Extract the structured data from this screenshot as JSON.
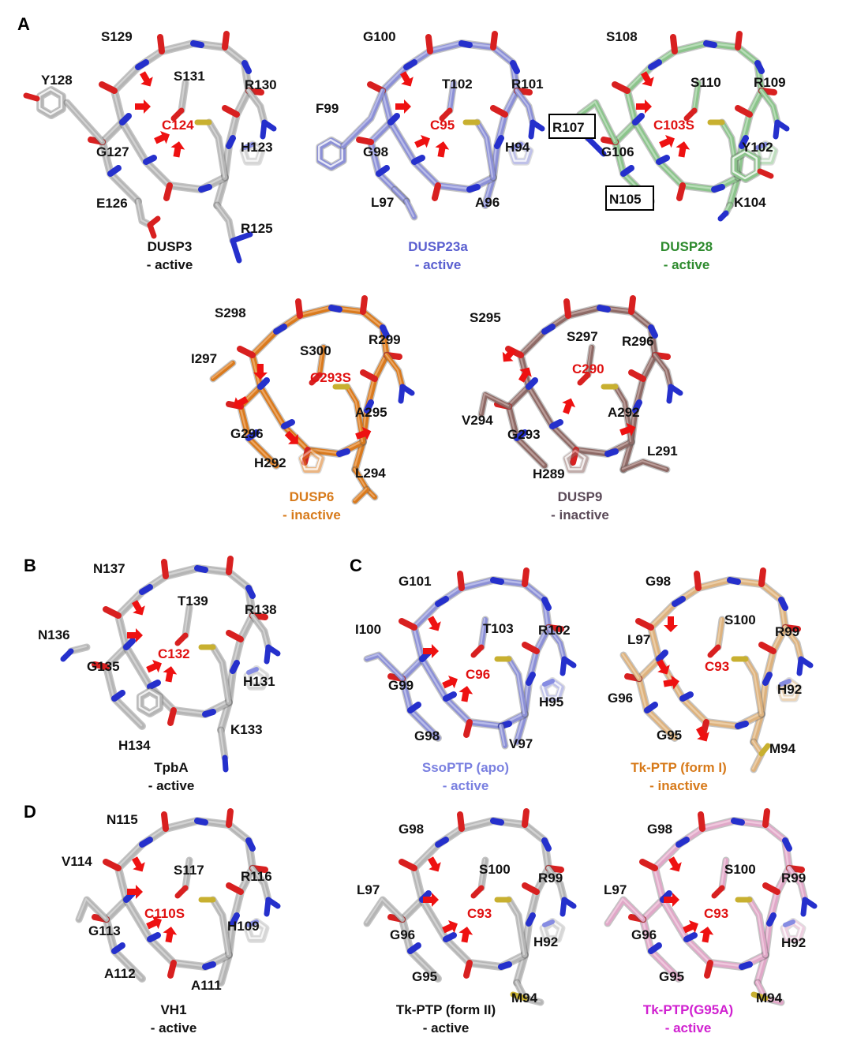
{
  "panel_letters": [
    "A",
    "B",
    "C",
    "D"
  ],
  "structures": [
    {
      "id": "dusp3",
      "color": "#b5b5b5",
      "highlight": "#d9d9d9",
      "caption_line1": "DUSP3",
      "caption_line2": "- active",
      "caption_color": "#111111",
      "catalytic": "C124",
      "residues": [
        "S129",
        "S131",
        "R130",
        "Y128",
        "G127",
        "H123",
        "E126",
        "R125"
      ],
      "boxed": []
    },
    {
      "id": "dusp23a",
      "color": "#8c90d6",
      "highlight": "#c3c6ee",
      "caption_line1": "DUSP23a",
      "caption_line2": "- active",
      "caption_color": "#5a5fd0",
      "catalytic": "C95",
      "residues": [
        "G100",
        "T102",
        "R101",
        "F99",
        "G98",
        "H94",
        "L97",
        "A96"
      ],
      "boxed": []
    },
    {
      "id": "dusp28",
      "color": "#8cc48c",
      "highlight": "#c2e3c2",
      "caption_line1": "DUSP28",
      "caption_line2": "- active",
      "caption_color": "#2e8b2e",
      "catalytic": "C103S",
      "residues": [
        "S108",
        "S110",
        "R109",
        "G106",
        "Y102",
        "K104"
      ],
      "boxed": [
        "R107",
        "N105"
      ]
    },
    {
      "id": "dusp6",
      "color": "#d97a1e",
      "highlight": "#f0b070",
      "caption_line1": "DUSP6",
      "caption_line2": "- inactive",
      "caption_color": "#d77a1a",
      "catalytic": "C293S",
      "residues": [
        "S298",
        "S300",
        "R299",
        "I297",
        "A295",
        "G296",
        "H292",
        "L294"
      ],
      "boxed": []
    },
    {
      "id": "dusp9",
      "color": "#8e6a66",
      "highlight": "#c4a8a4",
      "caption_line1": "DUSP9",
      "caption_line2": "- inactive",
      "caption_color": "#5b4a58",
      "catalytic": "C290",
      "residues": [
        "S295",
        "S297",
        "R296",
        "V294",
        "A292",
        "G293",
        "L291",
        "H289"
      ],
      "boxed": []
    },
    {
      "id": "tpba",
      "color": "#b5b5b5",
      "highlight": "#d9d9d9",
      "caption_line1": "TpbA",
      "caption_line2": "- active",
      "caption_color": "#111111",
      "catalytic": "C132",
      "residues": [
        "N137",
        "T139",
        "R138",
        "N136",
        "G135",
        "H131",
        "H134",
        "K133"
      ],
      "boxed": []
    },
    {
      "id": "ssoptp",
      "color": "#8c90d6",
      "highlight": "#c3c6ee",
      "caption_line1": "SsoPTP (apo)",
      "caption_line2": "- active",
      "caption_color": "#7a80e0",
      "catalytic": "C96",
      "residues": [
        "G101",
        "T103",
        "R102",
        "I100",
        "G99",
        "H95",
        "G98",
        "V97"
      ],
      "boxed": []
    },
    {
      "id": "tkptp1",
      "color": "#ddb27e",
      "highlight": "#efd3b0",
      "caption_line1": "Tk-PTP (form I)",
      "caption_line2": "- inactive",
      "caption_color": "#d77a1a",
      "catalytic": "C93",
      "residues": [
        "G98",
        "S100",
        "R99",
        "L97",
        "G96",
        "H92",
        "G95",
        "M94"
      ],
      "boxed": []
    },
    {
      "id": "vh1",
      "color": "#b5b5b5",
      "highlight": "#d9d9d9",
      "caption_line1": "VH1",
      "caption_line2": "- active",
      "caption_color": "#111111",
      "catalytic": "C110S",
      "residues": [
        "N115",
        "V114",
        "S117",
        "R116",
        "G113",
        "H109",
        "A112",
        "A111"
      ],
      "boxed": []
    },
    {
      "id": "tkptp2",
      "color": "#b5b5b5",
      "highlight": "#d9d9d9",
      "caption_line1": "Tk-PTP (form II)",
      "caption_line2": "- active",
      "caption_color": "#111111",
      "catalytic": "C93",
      "residues": [
        "G98",
        "S100",
        "L97",
        "R99",
        "G96",
        "H92",
        "G95",
        "M94"
      ],
      "boxed": []
    },
    {
      "id": "tkptpg95a",
      "color": "#e0a8c8",
      "highlight": "#f2d0e2",
      "caption_line1": "Tk-PTP(G95A)",
      "caption_line2": "- active",
      "caption_color": "#d020d0",
      "catalytic": "C93",
      "residues": [
        "G98",
        "S100",
        "L97",
        "R99",
        "G96",
        "H92",
        "G95",
        "M94"
      ],
      "boxed": []
    }
  ],
  "colors": {
    "nitrogen": "#2530cc",
    "oxygen": "#d82020",
    "sulfur": "#c8b030",
    "arrow": "#ee1111",
    "text": "#111111"
  }
}
